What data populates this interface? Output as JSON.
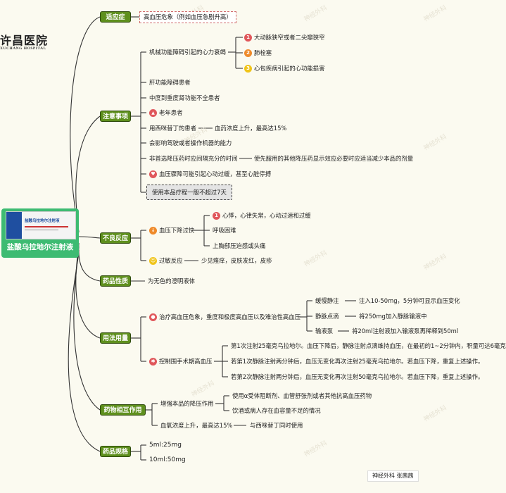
{
  "header": {
    "hospital_name": "许昌医院",
    "hospital_en": "XUCHANG HOSPITAL"
  },
  "center": {
    "box_label": "盐酸乌拉地尔注射液",
    "title": "盐酸乌拉地尔注射液"
  },
  "categories": {
    "indication": "适应症",
    "cautions": "注意事项",
    "adverse": "不良反应",
    "properties": "药品性质",
    "usage": "用法用量",
    "interactions": "药物相互作用",
    "specs": "药品规格"
  },
  "indication": {
    "text": "高血压危象（例如血压急剧升高）"
  },
  "cautions": {
    "mechanical": "机械功能障碍引起的心力衰竭",
    "mech_subs": [
      "大动脉狭窄或者二尖瓣狭窄",
      "肺栓塞",
      "心包疾病引起的心功能损害"
    ],
    "liver": "肝功能障碍患者",
    "kidney": "中度到重度肾功能不全患者",
    "elderly": "老年患者",
    "cimetidine": "用西咪替丁的患者",
    "cimetidine_effect": "血药浓度上升，最高达15%",
    "driving": "会影响驾驶或者操作机器的能力",
    "first_choice": "非首选降压药时应间隔充分的时间",
    "first_choice_note": "使先服用的其他降压药显示效应必要时应适当减少本品的剂量",
    "bp_drop": "血压骤降可能引起心动过缓，甚至心脏停搏",
    "course": "使用本品疗程一般不超过7天"
  },
  "adverse": {
    "bp_low": "血压下降过快",
    "bp_low_subs": [
      "心悸，心律失常，心动过速和过缓",
      "呼吸困难",
      "上胸部压迫感或头痛"
    ],
    "allergy": "过敏反应",
    "allergy_effect": "少见瘙痒，皮肤发红，皮疹"
  },
  "properties": {
    "text": "为无色的澄明液体"
  },
  "usage": {
    "crisis": "治疗高血压危象，重度和极度高血压以及难治性高血压",
    "methods": [
      {
        "name": "缓慢静注",
        "detail": "注入10-50mg，5分钟可显示血压变化"
      },
      {
        "name": "静脉点滴",
        "detail": "将250mg加入静脉输液中"
      },
      {
        "name": "输液泵",
        "detail": "将20ml注射液加入输液泵再稀释到50ml"
      }
    ],
    "perioperative": "控制围手术期高血压",
    "periop_steps": [
      "第1次注射25毫克乌拉地尔。血压下降后，静脉注射点滴维持血压，在最初的1~2分钟内，积量可达6毫克",
      "若第1次静脉注射两分钟后，血压无变化再次注射25毫克乌拉地尔。若血压下降，重复上述操作。",
      "若第2次静脉注射两分钟后，血压无变化再次注射50毫克乌拉地尔。若血压下降，重复上述操作。"
    ]
  },
  "interactions": {
    "enhance": "增强本品的降压作用",
    "enhance_subs": [
      "使用α受体阻断剂、血管舒张剂或者其他抗高血压药物",
      "饮酒或病人存在血容量不足的情况"
    ],
    "level": "血氧浓度上升，最高达15%",
    "level_note": "与西咪替丁同时使用"
  },
  "specs": {
    "items": [
      "5ml:25mg",
      "10ml:50mg"
    ]
  },
  "signature": "神经外科   张茜茜",
  "watermark": "神经外科",
  "colors": {
    "category_fill": "#5e8f1d",
    "center_fill": "#3dbb72",
    "line": "#333333"
  },
  "icons": {
    "warning": "warning-triangle-icon",
    "heart": "heart-icon",
    "down": "down-arrow-icon",
    "smile": "smile-icon",
    "pill": "pill-icon",
    "gear": "gear-icon"
  }
}
